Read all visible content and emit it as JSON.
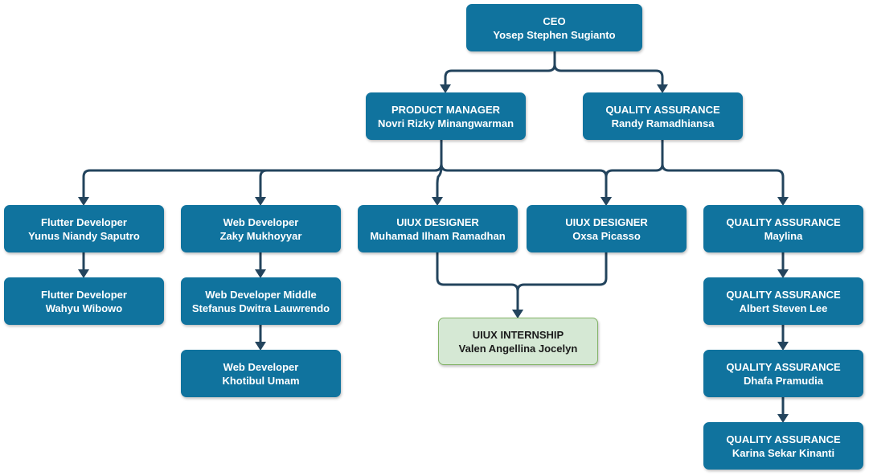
{
  "colors": {
    "node_fill": "#10739e",
    "node_text": "#ffffff",
    "intern_fill": "#d5e8d4",
    "intern_border": "#82b366",
    "connector": "#23445d"
  },
  "nodes": {
    "ceo": {
      "role": "CEO",
      "name": "Yosep Stephen Sugianto"
    },
    "pm": {
      "role": "PRODUCT MANAGER",
      "name": "Novri Rizky Minangwarman"
    },
    "qa_lead": {
      "role": "QUALITY ASSURANCE",
      "name": "Randy Ramadhiansa"
    },
    "flutter1": {
      "role": "Flutter Developer",
      "name": "Yunus Niandy Saputro"
    },
    "flutter2": {
      "role": "Flutter Developer",
      "name": "Wahyu Wibowo"
    },
    "web1": {
      "role": "Web Developer",
      "name": "Zaky Mukhoyyar"
    },
    "web2": {
      "role": "Web Developer Middle",
      "name": "Stefanus Dwitra Lauwrendo"
    },
    "web3": {
      "role": "Web Developer",
      "name": "Khotibul Umam"
    },
    "uiux1": {
      "role": "UIUX DESIGNER",
      "name": "Muhamad Ilham Ramadhan"
    },
    "uiux2": {
      "role": "UIUX DESIGNER",
      "name": "Oxsa Picasso"
    },
    "intern": {
      "role": "UIUX INTERNSHIP",
      "name": "Valen Angellina Jocelyn"
    },
    "qa1": {
      "role": "QUALITY ASSURANCE",
      "name": "Maylina"
    },
    "qa2": {
      "role": "QUALITY ASSURANCE",
      "name": "Albert Steven Lee"
    },
    "qa3": {
      "role": "QUALITY ASSURANCE",
      "name": "Dhafa Pramudia"
    },
    "qa4": {
      "role": "QUALITY ASSURANCE",
      "name": "Karina Sekar Kinanti"
    }
  },
  "edges": [
    [
      "ceo",
      "pm"
    ],
    [
      "ceo",
      "qa_lead"
    ],
    [
      "pm",
      "flutter1"
    ],
    [
      "pm",
      "web1"
    ],
    [
      "pm",
      "uiux1"
    ],
    [
      "pm",
      "uiux2"
    ],
    [
      "pm",
      "qa1"
    ],
    [
      "qa_lead",
      "uiux2"
    ],
    [
      "qa_lead",
      "qa1"
    ],
    [
      "flutter1",
      "flutter2"
    ],
    [
      "web1",
      "web2"
    ],
    [
      "web2",
      "web3"
    ],
    [
      "uiux1",
      "intern"
    ],
    [
      "uiux2",
      "intern"
    ],
    [
      "qa1",
      "qa2"
    ],
    [
      "qa2",
      "qa3"
    ],
    [
      "qa3",
      "qa4"
    ]
  ]
}
